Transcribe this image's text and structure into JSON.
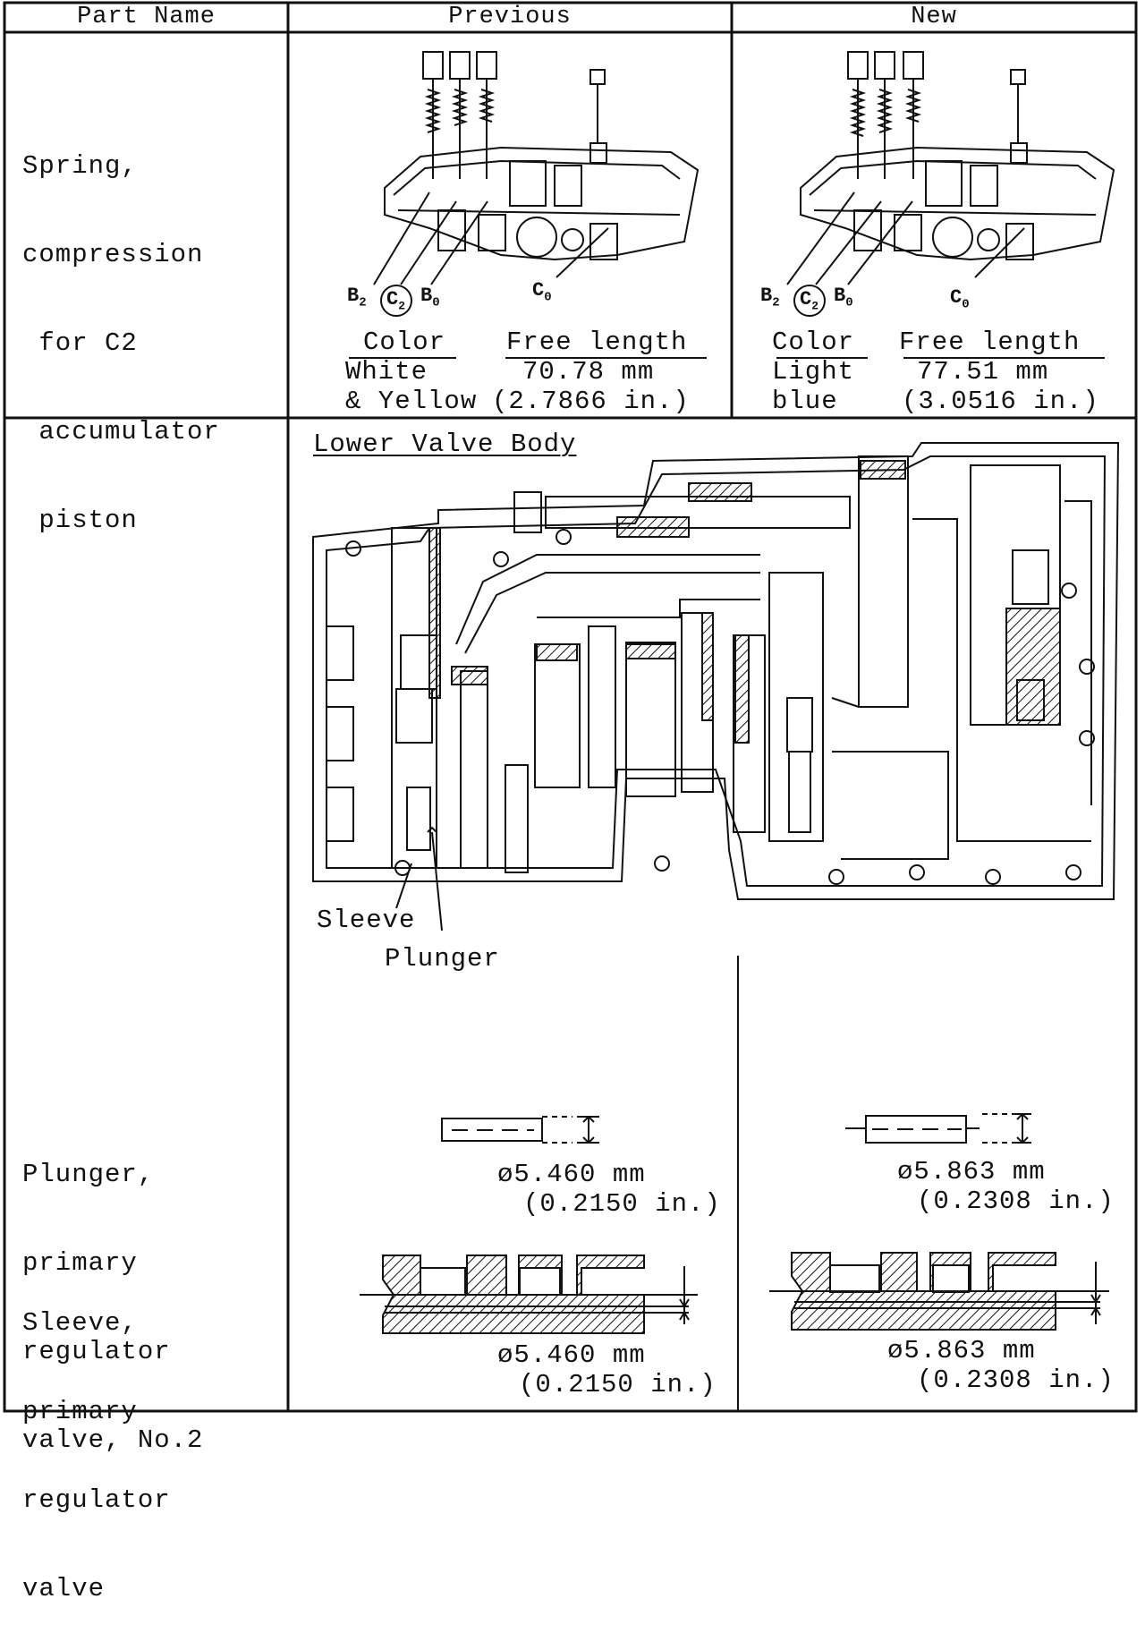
{
  "headers": {
    "part_name": "Part Name",
    "previous": "Previous",
    "new": "New"
  },
  "row1": {
    "part_name": [
      "Spring,",
      "compression",
      " for C2",
      " accumulator",
      " piston"
    ],
    "labels": {
      "b2": "B",
      "b2_sub": "2",
      "c2": "C",
      "c2_sub": "2",
      "b0": "B",
      "b0_sub": "0",
      "c0": "C",
      "c0_sub": "0"
    },
    "previous": {
      "color_label": "Color",
      "free_length_label": "Free length",
      "color_value": [
        "White",
        "& Yellow"
      ],
      "length_mm": "70.78 mm",
      "length_in": "(2.7866 in.)"
    },
    "new": {
      "color_label": "Color",
      "free_length_label": "Free length",
      "color_value": [
        "Light",
        "blue"
      ],
      "length_mm": "77.51 mm",
      "length_in": "(3.0516 in.)"
    }
  },
  "row2": {
    "figure_title": "Lower Valve Body",
    "callout_sleeve": "Sleeve",
    "callout_plunger": "Plunger",
    "plunger_part_name": [
      "Plunger,",
      "primary",
      "regulator",
      "valve, No.2"
    ],
    "sleeve_part_name": [
      "Sleeve,",
      "primary",
      "regulator",
      "valve"
    ],
    "previous": {
      "plunger_dia": "ø5.460 mm",
      "plunger_dia_in": "(0.2150 in.)",
      "sleeve_dia": "ø5.460 mm",
      "sleeve_dia_in": "(0.2150 in.)"
    },
    "new": {
      "plunger_dia": "ø5.863 mm",
      "plunger_dia_in": "(0.2308 in.)",
      "sleeve_dia": "ø5.863 mm",
      "sleeve_dia_in": "(0.2308 in.)"
    }
  }
}
